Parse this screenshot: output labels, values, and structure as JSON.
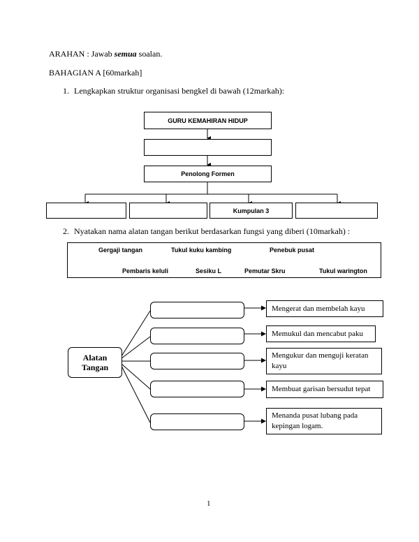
{
  "instruction": {
    "prefix": "ARAHAN : Jawab ",
    "emph": "semua",
    "suffix": " soalan."
  },
  "section": "BAHAGIAN A [60markah]",
  "q1": {
    "number": "1.",
    "text": "Lengkapkan struktur organisasi bengkel di bawah (12markah):",
    "top_box": "GURU KEMAHIRAN HIDUP",
    "second_box": "",
    "third_box": "Penolong Formen",
    "groups": [
      "",
      "",
      "Kumpulan 3",
      ""
    ]
  },
  "q2": {
    "number": "2.",
    "text": "Nyatakan nama alatan tangan berikut berdasarkan fungsi yang diberi (10markah) :",
    "tools_row1": [
      "Gergaji tangan",
      "Tukul kuku kambing",
      "Penebuk pusat"
    ],
    "tools_row2": [
      "Pembaris keluli",
      "Sesiku L",
      "Pemutar Skru",
      "Tukul warington"
    ],
    "center_label_line1": "Alatan",
    "center_label_line2": "Tangan",
    "functions": [
      "Mengerat dan membelah kayu",
      "Memukul dan mencabut paku",
      "Mengukur dan menguji keratan kayu",
      "Membuat garisan bersudut tepat",
      "Menanda pusat lubang pada kepingan logam."
    ]
  },
  "page_number": "1"
}
